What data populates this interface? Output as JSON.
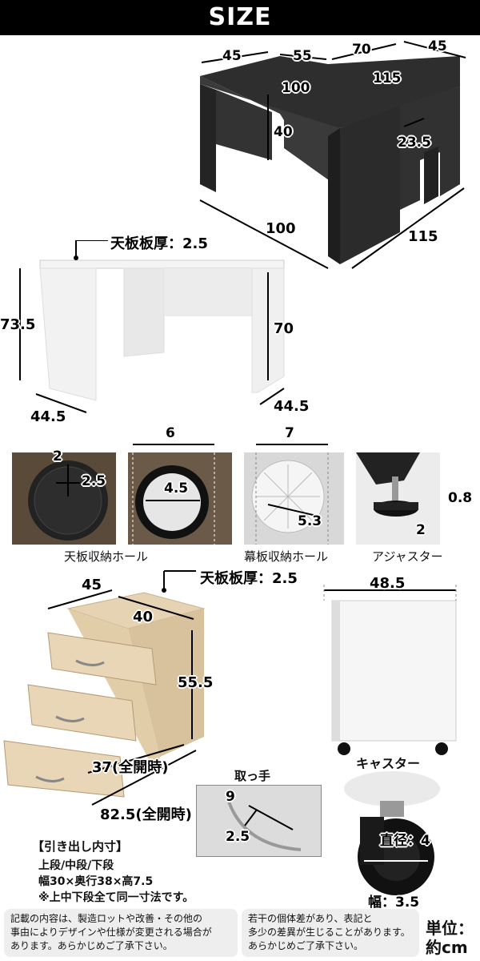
{
  "header": {
    "title": "SIZE"
  },
  "l_desk": {
    "dims": {
      "top_left": "45",
      "top_mid": "55",
      "top_right_a": "70",
      "top_right_b": "45",
      "inner_left": "100",
      "inner_right": "115",
      "height": "40",
      "leg_gap": "23.5",
      "bottom_left": "100",
      "bottom_right": "115"
    }
  },
  "desk_front": {
    "top_thickness": "天板板厚：2.5",
    "height": "73.5",
    "inner_height": "70",
    "depth_left": "44.5",
    "depth_right": "44.5"
  },
  "holes": [
    {
      "caption": "天板収納ホール",
      "dims": [
        "2",
        "2.5"
      ],
      "top_dim": "",
      "color": "#5a4a3a"
    },
    {
      "caption": "",
      "dims": [
        "4.5"
      ],
      "top_dim": "6",
      "color": "#6b5a48"
    },
    {
      "caption": "幕板収納ホール",
      "dims": [
        "5.3"
      ],
      "top_dim": "7",
      "color": "#d8d8d8"
    },
    {
      "caption": "アジャスター",
      "dims": [
        "0.8",
        "2"
      ],
      "top_dim": "",
      "color": "#ececec"
    }
  ],
  "wagon": {
    "width": "45",
    "depth": "40",
    "top_thickness": "天板板厚：2.5",
    "height": "55.5",
    "open_depth": "37(全開時)",
    "open_total": "82.5(全開時)",
    "side_width": "48.5"
  },
  "handle": {
    "title": "取っ手",
    "dim_a": "9",
    "dim_b": "2.5"
  },
  "caster": {
    "title": "キャスター",
    "diameter": "直径：4",
    "width": "幅：3.5"
  },
  "drawer_spec": {
    "heading": "【引き出し内寸】",
    "line1": "上段/中段/下段",
    "line2": "幅30×奥行38×高7.5",
    "line3": "※上中下段全て同一寸法です。"
  },
  "notes": {
    "left": [
      "記載の内容は、製造ロットや改善・その他の",
      "事由によりデザインや仕様が変更される場合が",
      "あります。あらかじめご了承下さい。"
    ],
    "right": [
      "若干の個体差があり、表記と",
      "多少の差異が生じることがあります。",
      "あらかじめご了承下さい。"
    ]
  },
  "unit": {
    "line1": "単位：",
    "line2": "約cm"
  }
}
